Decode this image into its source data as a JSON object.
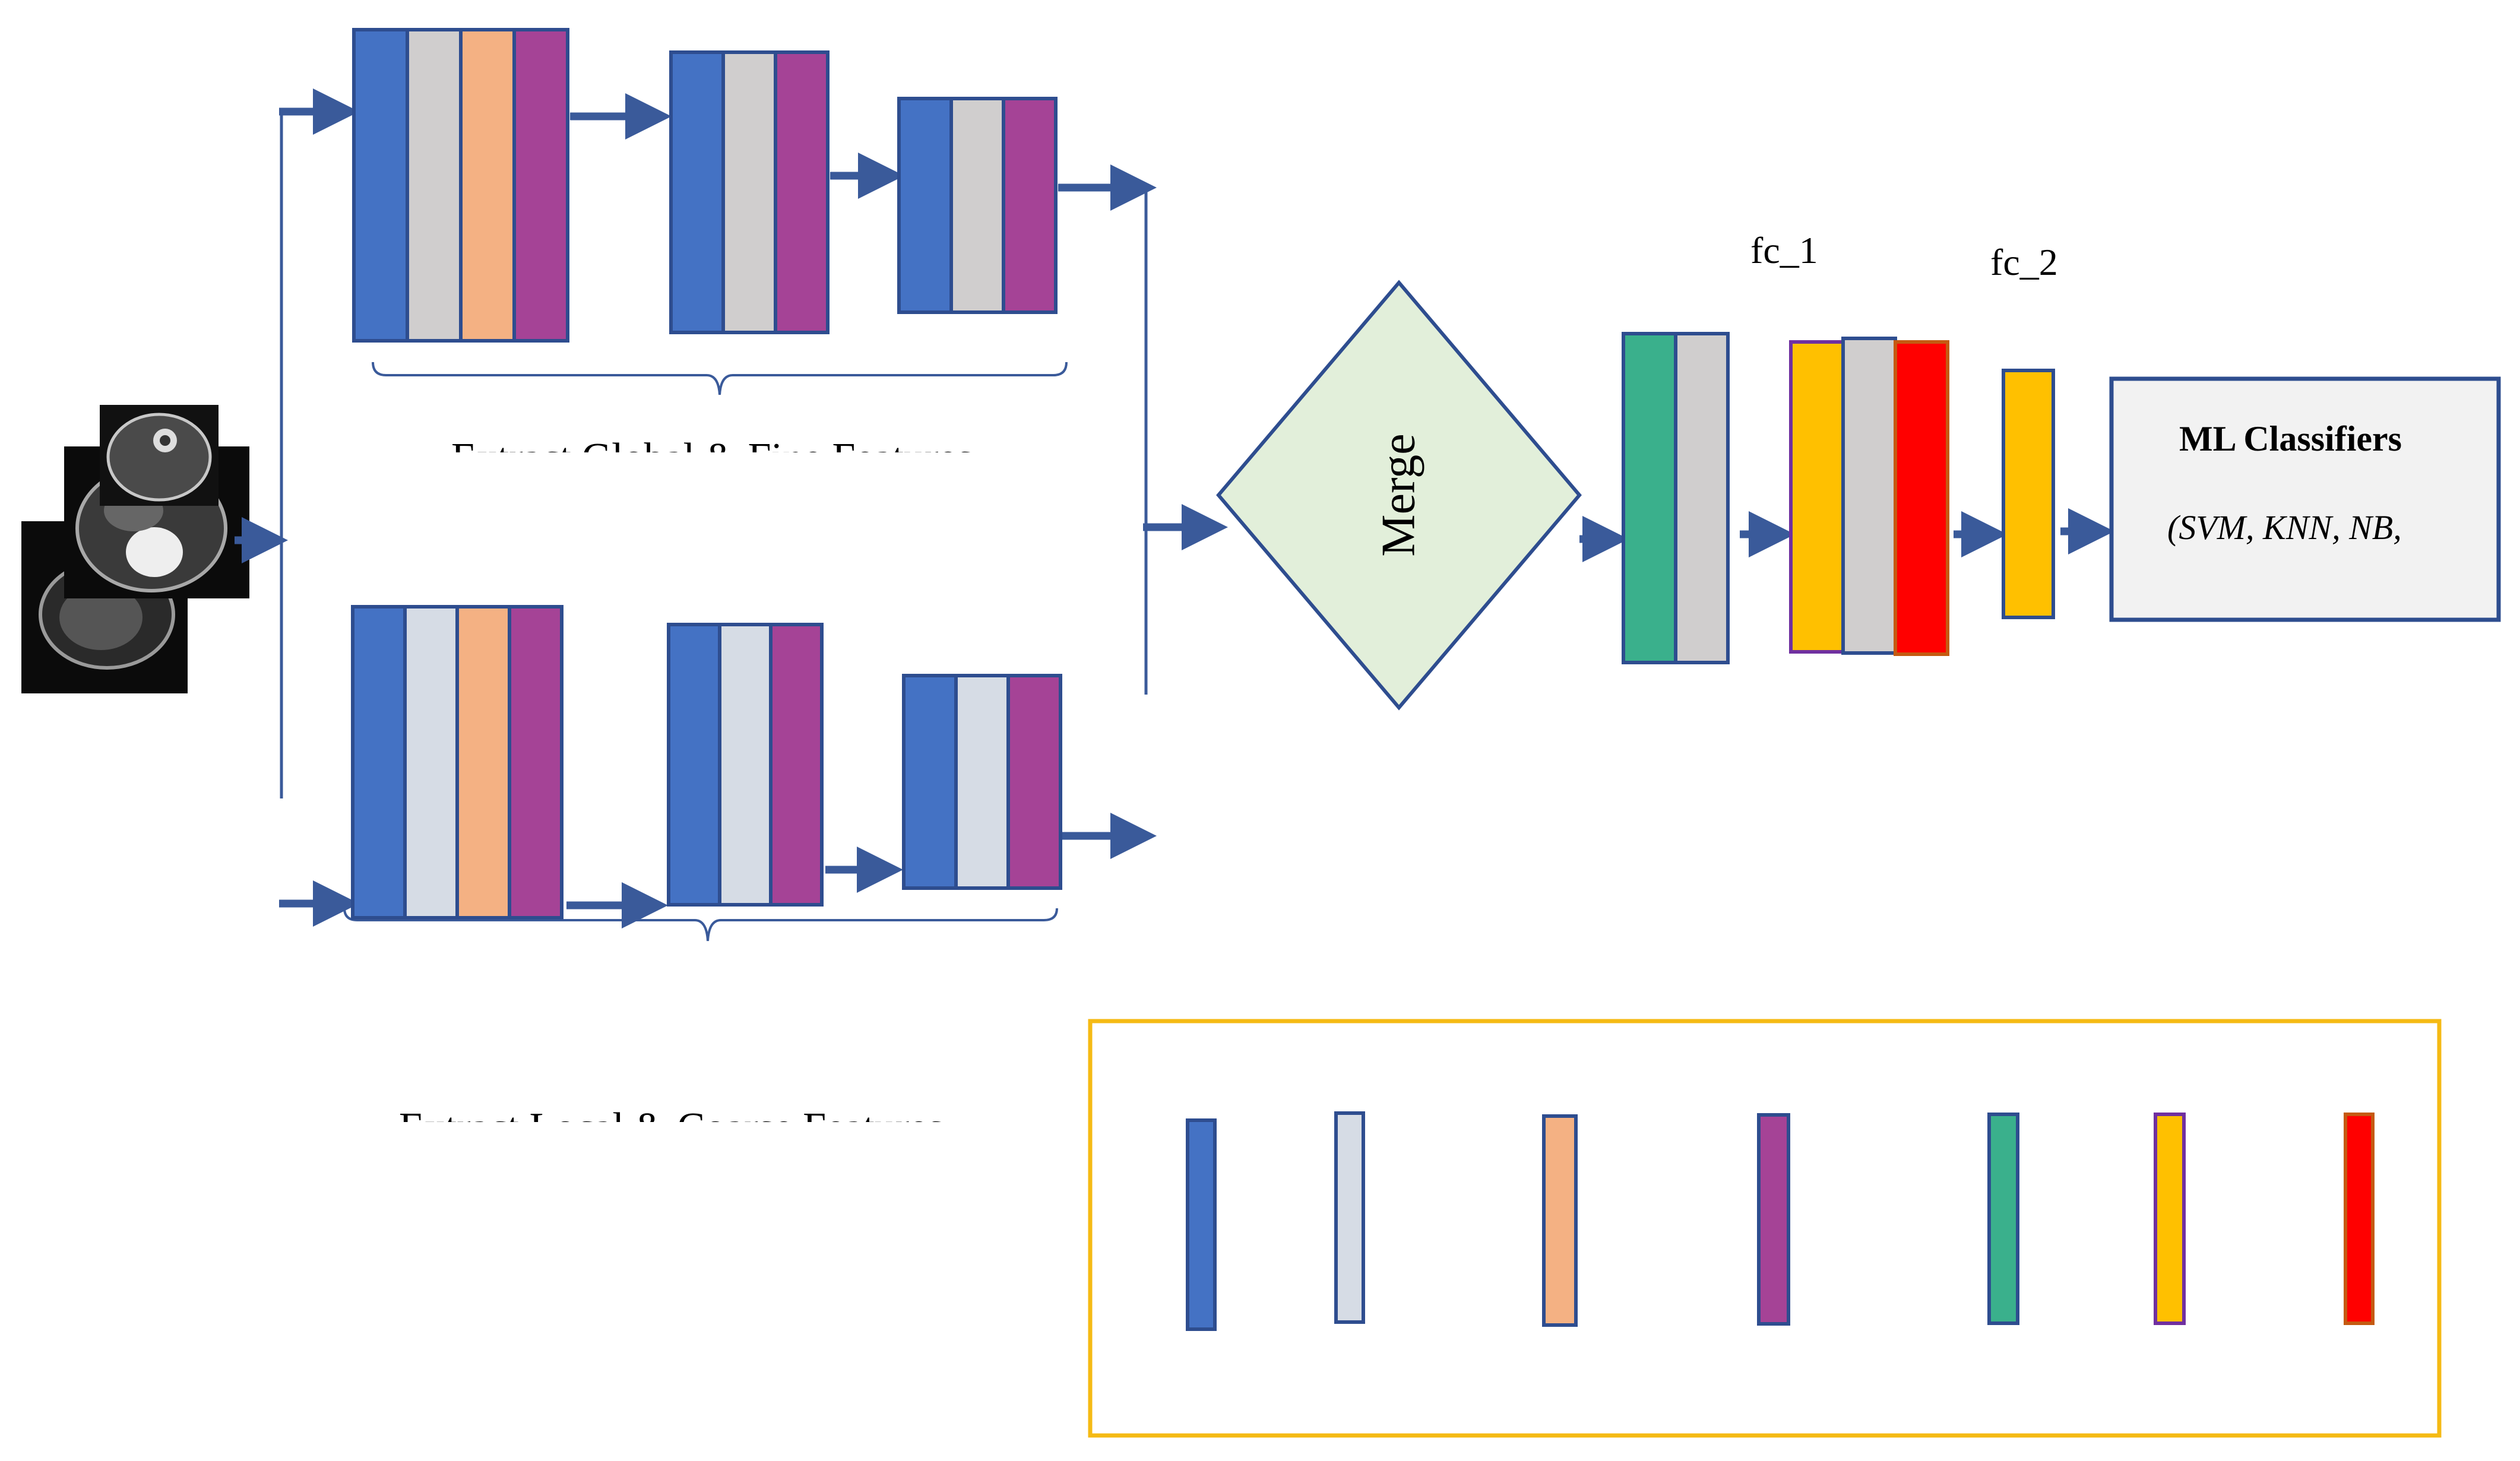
{
  "labels": {
    "global_branch": "Extract Global & Fine Features",
    "local_branch": "Extract Local & Coarse Features",
    "merge": "Merge",
    "fc1": "fc_1",
    "fc2": "fc_2",
    "classifier_title": "ML Classifiers",
    "classifier_list": "(SVM, KNN, NB,"
  },
  "colors": {
    "arrow": "#3A5A9A",
    "block_stroke": "#2E4D8F",
    "blue": "#4472C4",
    "gray": "#D0CECE",
    "light_blue_gray": "#D6DCE5",
    "orange": "#F4B183",
    "purple": "#A54396",
    "teal": "#3AB08C",
    "yellow": "#FFC000",
    "red": "#FF0000",
    "merge_fill": "#E2EFDA",
    "classifier_fill": "#F2F2F2",
    "legend_border": "#F5BA14"
  },
  "icons": [
    "brain-mri-stack-image"
  ]
}
